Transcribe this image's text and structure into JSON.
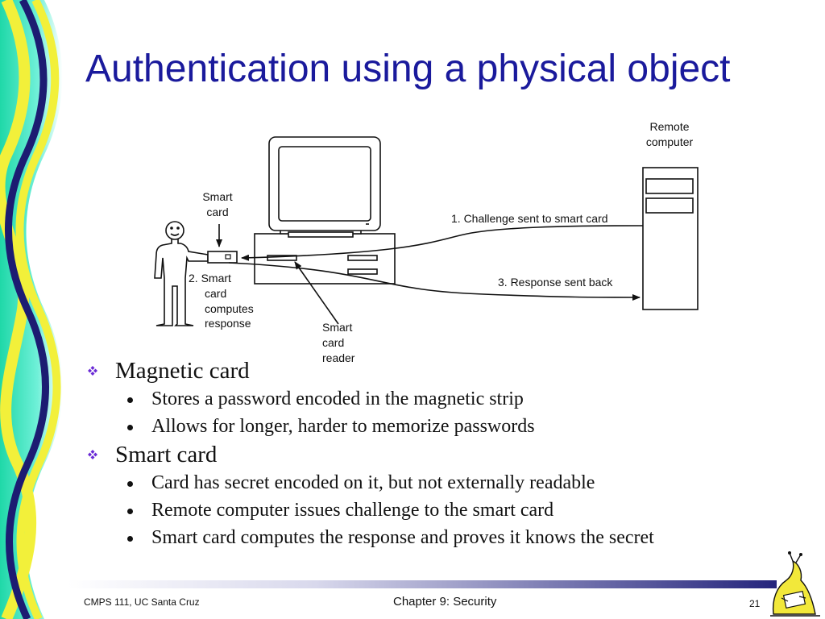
{
  "slide": {
    "title": "Authentication using a physical object"
  },
  "diagram": {
    "label_remote_computer_line1": "Remote",
    "label_remote_computer_line2": "computer",
    "label_smart_card_line1": "Smart",
    "label_smart_card_line2": "card",
    "label_challenge": "1. Challenge sent to smart card",
    "label_response_sent": "3. Response sent back",
    "label_computes_line1": "2. Smart",
    "label_computes_line2": "card",
    "label_computes_line3": "computes",
    "label_computes_line4": "response",
    "label_reader_line1": "Smart",
    "label_reader_line2": "card",
    "label_reader_line3": "reader"
  },
  "bullets": {
    "magnetic_card": {
      "label": "Magnetic card",
      "items": [
        "Stores a password encoded in the magnetic strip",
        "Allows for longer, harder to memorize passwords"
      ]
    },
    "smart_card": {
      "label": "Smart card",
      "items": [
        "Card has secret encoded on it, but not externally readable",
        "Remote computer issues challenge to the smart card",
        "Smart card computes the response and proves it knows the secret"
      ]
    }
  },
  "footer": {
    "course": "CMPS 111, UC Santa Cruz",
    "chapter": "Chapter 9: Security",
    "page_number": "21"
  },
  "colors": {
    "title": "#1a1a9c",
    "wave_navy": "#1c1c72",
    "wave_yellow": "#f2f03a",
    "wave_teal": "#22d6b2",
    "bullet_symbol": "#6a2ad6"
  },
  "icons": {
    "level1_bullet": "four-diamond-icon",
    "level2_bullet": "round-dot-icon",
    "mascot": "slug-mascot-icon"
  }
}
